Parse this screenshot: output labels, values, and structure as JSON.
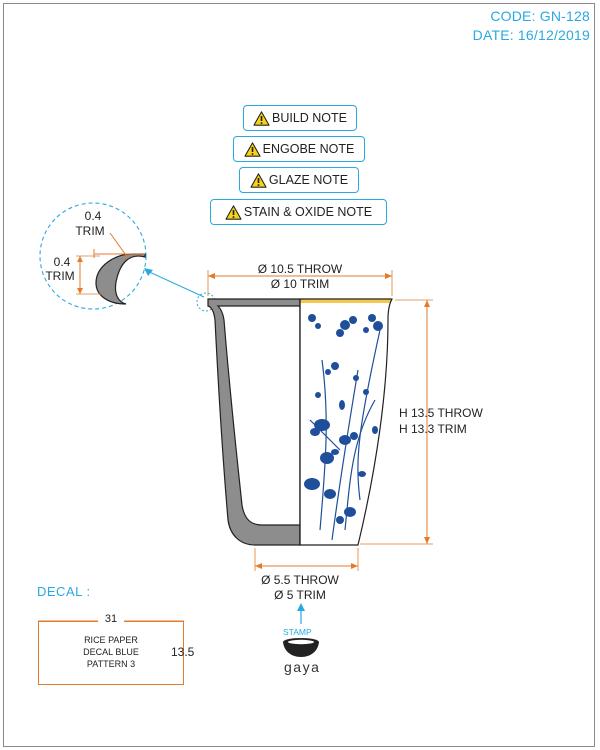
{
  "header": {
    "code": "CODE: GN-128",
    "date": "DATE: 16/12/2019"
  },
  "notes": [
    {
      "label": "BUILD NOTE"
    },
    {
      "label": "ENGOBE NOTE"
    },
    {
      "label": "GLAZE NOTE"
    },
    {
      "label": "STAIN & OXIDE NOTE"
    }
  ],
  "detail": {
    "top_value": "0.4",
    "top_label": "TRIM",
    "side_value": "0.4",
    "side_label": "TRIM"
  },
  "dimensions": {
    "top_throw": "Ø 10.5 THROW",
    "top_trim": "Ø 10 TRIM",
    "height_throw": "H 13.5 THROW",
    "height_trim": "H 13.3 TRIM",
    "base_throw": "Ø 5.5 THROW",
    "base_trim": "Ø 5 TRIM"
  },
  "decal": {
    "title": "DECAL :",
    "width": "31",
    "height": "13.5",
    "line1": "RICE PAPER",
    "line2": "DECAL BLUE",
    "line3": "PATTERN 3"
  },
  "stamp": {
    "label": "STAMP",
    "brand": "gaya"
  },
  "colors": {
    "accent": "#29a9e1",
    "dimension": "#e37b2c",
    "body_fill": "#8d8d8d",
    "decal_blue": "#1f4f9a",
    "rim_gold": "#f2c94c"
  }
}
